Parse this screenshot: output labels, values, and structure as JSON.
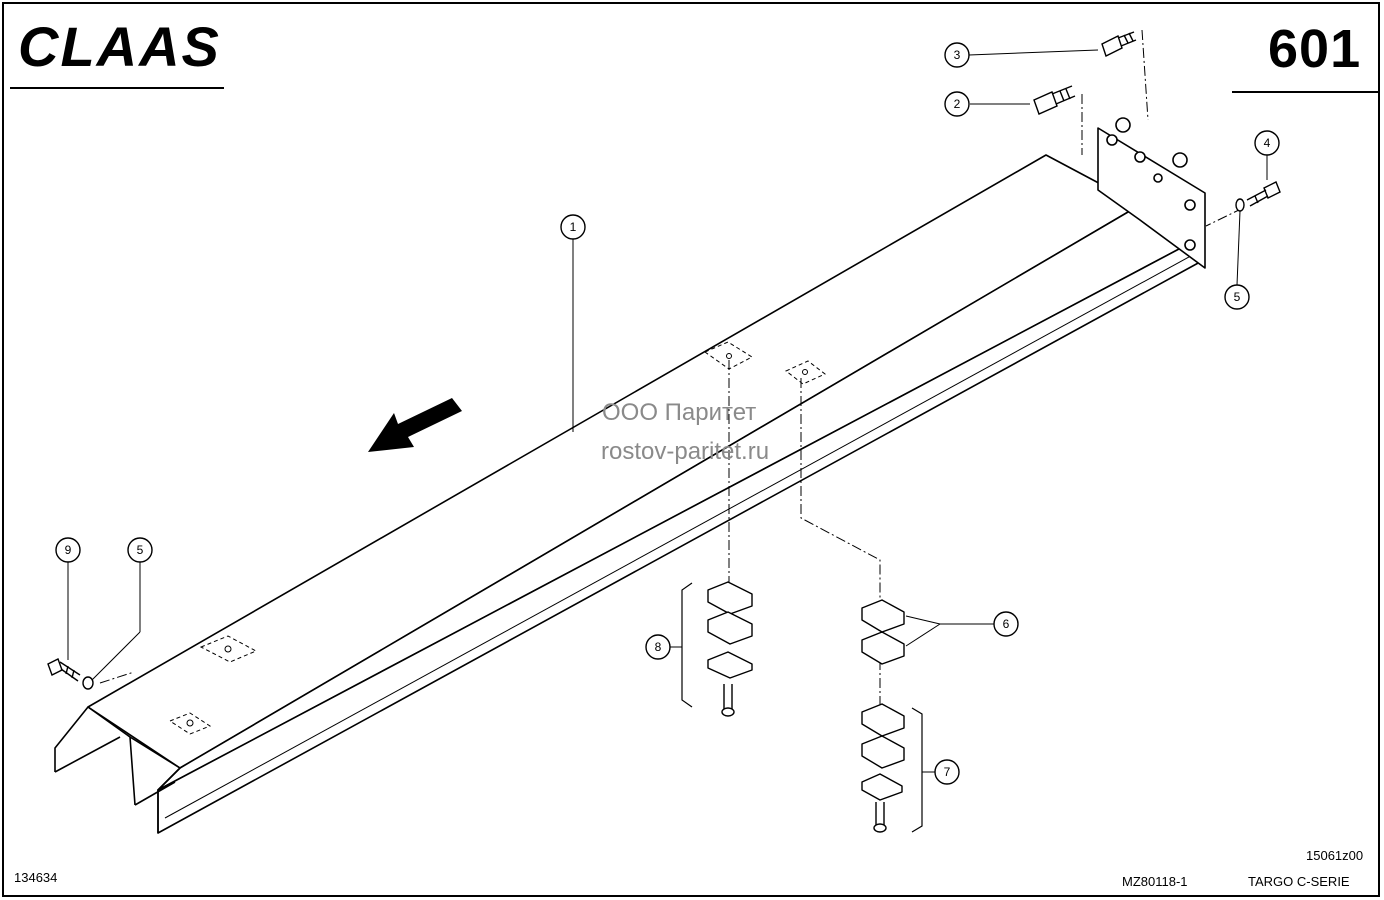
{
  "brand": {
    "logo_text": "CLAAS"
  },
  "page": {
    "number": "601"
  },
  "watermark": {
    "line1": "ООО Паритет",
    "line2": "rostov-paritet.ru"
  },
  "callouts": [
    "1",
    "2",
    "3",
    "4",
    "5",
    "5",
    "6",
    "7",
    "8",
    "9"
  ],
  "footer": {
    "ref_number": "134634",
    "drawing_number": "MZ80118-1",
    "series": "TARGO C-SERIE",
    "image_id": "15061z00"
  }
}
